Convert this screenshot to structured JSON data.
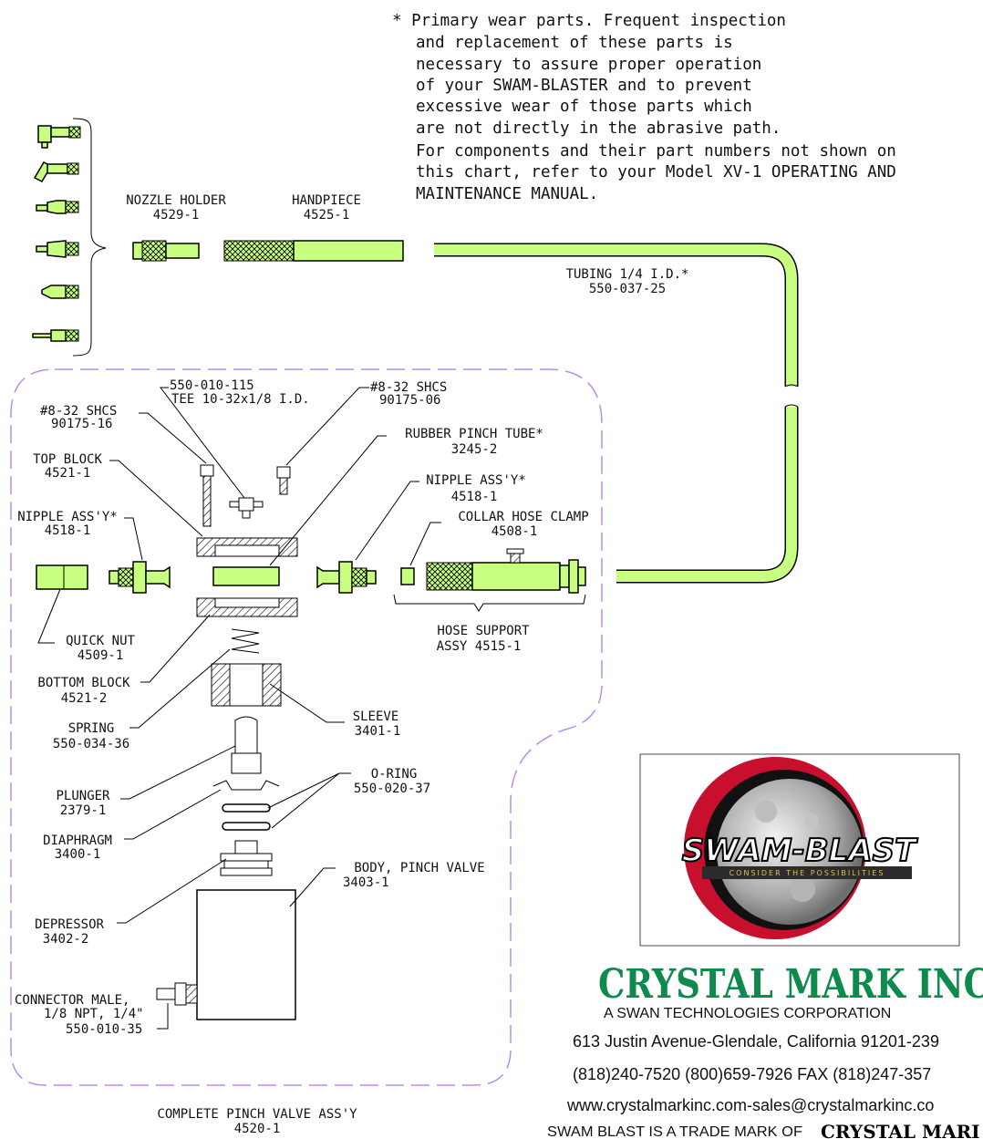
{
  "notes": [
    "* Primary wear parts.  Frequent inspection",
    "and replacement of these parts is",
    "necessary to assure proper operation",
    "of your SWAM-BLASTER and to prevent",
    "excessive wear of those parts which",
    "are not directly in the abrasive path.",
    "For components and their part numbers not shown on",
    "this chart, refer to your Model XV-1 OPERATING AND",
    "MAINTENANCE MANUAL."
  ],
  "parts": {
    "nozzle_holder": {
      "name": "NOZZLE HOLDER",
      "number": "4529-1"
    },
    "handpiece": {
      "name": "HANDPIECE",
      "number": "4525-1"
    },
    "tubing": {
      "name": "TUBING 1/4 I.D.*",
      "number": "550-037-25"
    },
    "tee": {
      "number": "550-010-115",
      "name": "TEE 10-32x1/8 I.D."
    },
    "shcs_16": {
      "name": "#8-32 SHCS",
      "number": "90175-16"
    },
    "shcs_06": {
      "name": "#8-32 SHCS",
      "number": "90175-06"
    },
    "rubber_pinch_tube": {
      "name": "RUBBER PINCH TUBE*",
      "number": "3245-2"
    },
    "top_block": {
      "name": "TOP BLOCK",
      "number": "4521-1"
    },
    "nipple_left": {
      "name": "NIPPLE ASS'Y*",
      "number": "4518-1"
    },
    "nipple_right": {
      "name": "NIPPLE ASS'Y*",
      "number": "4518-1"
    },
    "collar_hose_clamp": {
      "name": "COLLAR HOSE CLAMP",
      "number": "4508-1"
    },
    "hose_support": {
      "name": "HOSE SUPPORT",
      "number": "ASSY 4515-1"
    },
    "quick_nut": {
      "name": "QUICK NUT",
      "number": "4509-1"
    },
    "bottom_block": {
      "name": "BOTTOM BLOCK",
      "number": "4521-2"
    },
    "sleeve": {
      "name": "SLEEVE",
      "number": "3401-1"
    },
    "spring": {
      "name": "SPRING",
      "number": "550-034-36"
    },
    "o_ring": {
      "name": "O-RING",
      "number": "550-020-37"
    },
    "plunger": {
      "name": "PLUNGER",
      "number": "2379-1"
    },
    "diaphragm": {
      "name": "DIAPHRAGM",
      "number": "3400-1"
    },
    "body": {
      "name": "BODY, PINCH VALVE",
      "number": "3403-1"
    },
    "depressor": {
      "name": "DEPRESSOR",
      "number": "3402-2"
    },
    "connector": {
      "line1": "CONNECTOR MALE,",
      "line2": "1/8 NPT, 1/4\"",
      "number": "550-010-35"
    },
    "pinch_valve": {
      "name": "COMPLETE PINCH VALVE ASS'Y",
      "number": "4520-1"
    }
  },
  "logo": {
    "text": "SWAM-BLAST",
    "tagline": "CONSIDER THE POSSIBILITIES"
  },
  "company": {
    "name": "CRYSTAL MARK INC",
    "subtitle": "A SWAN TECHNOLOGIES CORPORATION",
    "address": "613 Justin Avenue-Glendale, California 91201-239",
    "phone": "(818)240-7520  (800)659-7926  FAX (818)247-357",
    "web": "www.crystalmarkinc.com-sales@crystalmarkinc.co",
    "trademark": "SWAM BLAST IS A TRADE MARK OF",
    "trademark_brand": "CRYSTAL MARI"
  },
  "colors": {
    "part_fill": "#c8ff80",
    "assembly_outline": "#b98cf0",
    "brand": "#0e8a4e",
    "logo_ring": "#c8102e"
  }
}
